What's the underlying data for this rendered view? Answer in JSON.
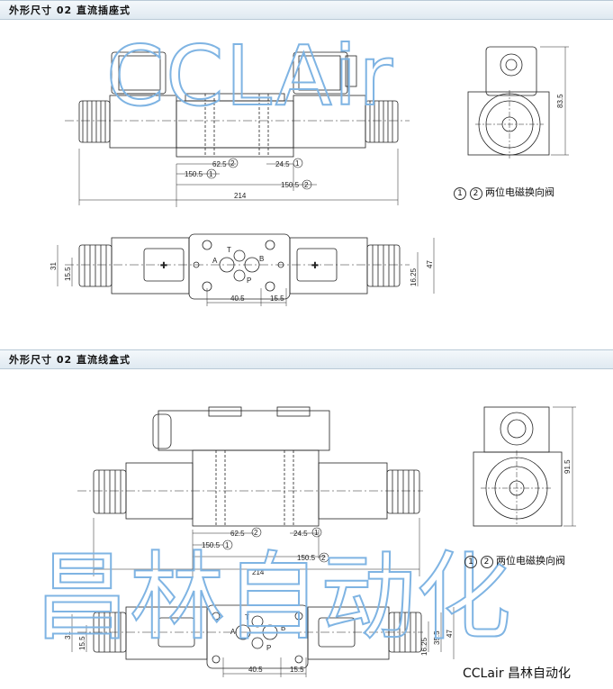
{
  "section1": {
    "title": "外形尺寸 02 直流插座式",
    "dims": {
      "d62_5": "62.5",
      "d24_5": "24.5",
      "d150_5a": "150.5",
      "d150_5b": "150.5",
      "d214": "214",
      "d83_5": "83.5",
      "d31": "31",
      "d15_5": "15.5",
      "d40_5": "40.5",
      "d15_5b": "15.5",
      "d16_25": "16.25",
      "d47": "47"
    },
    "markers": {
      "m1": "1",
      "m2": "2"
    },
    "ports": {
      "a": "A",
      "b": "B",
      "t": "T",
      "p": "P"
    },
    "note": "两位电磁换向阀",
    "watermark": "CCLAir"
  },
  "section2": {
    "title": "外形尺寸 02 直流线盒式",
    "dims": {
      "d62_5": "62.5",
      "d24_5": "24.5",
      "d150_5a": "150.5",
      "d150_5b": "150.5",
      "d214": "214",
      "d91_5": "91.5",
      "d31": "31",
      "d15_5": "15.5",
      "d40_5": "40.5",
      "d15_5b": "15.5",
      "d16_25": "16.25",
      "d35_5": "35.5",
      "d47": "47"
    },
    "markers": {
      "m1": "1",
      "m2": "2"
    },
    "ports": {
      "a": "A",
      "b": "B",
      "t": "T",
      "p": "P"
    },
    "note": "两位电磁换向阀",
    "watermark": "昌林自动化"
  },
  "brand": "CCLair 昌林自动化",
  "colors": {
    "watermark": "#7fb4e3",
    "line": "#222222",
    "header_bg": "#e6eef5"
  }
}
